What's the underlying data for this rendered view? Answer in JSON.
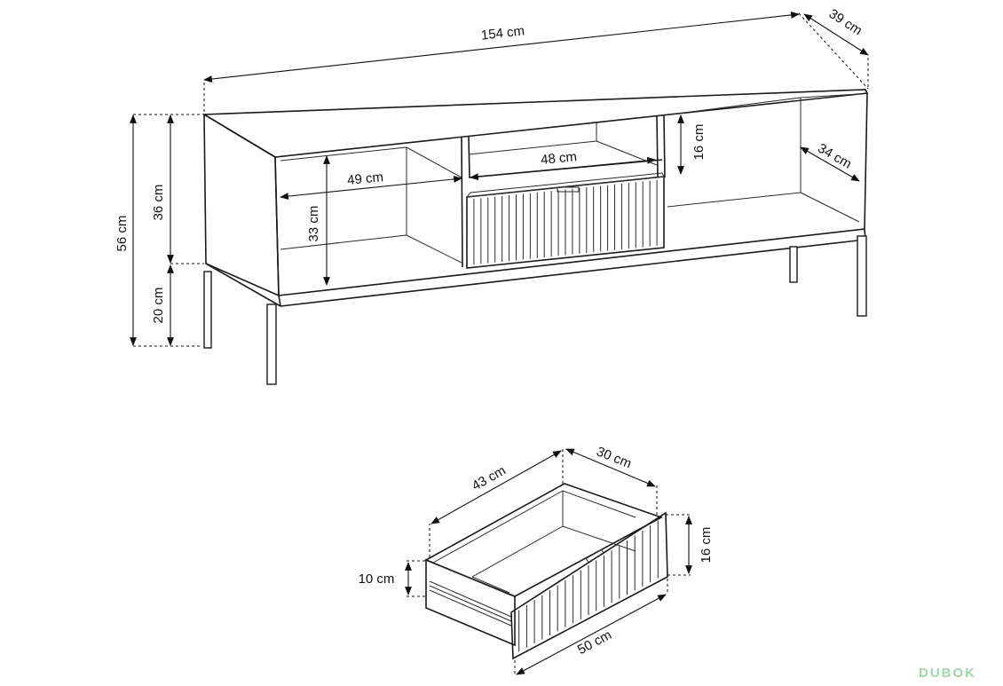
{
  "cabinet": {
    "width_label": "154 cm",
    "depth_label": "39 cm",
    "total_height_label": "56 cm",
    "body_height_label": "36 cm",
    "leg_height_label": "20 cm",
    "inner_depth_label": "34 cm",
    "compartment_width_label": "49 cm",
    "compartment_height_label": "33 cm",
    "niche_width_label": "48 cm",
    "niche_height_label": "16 cm"
  },
  "drawer": {
    "length_label": "43 cm",
    "depth_label": "30 cm",
    "front_width_label": "50 cm",
    "front_height_label": "16 cm",
    "side_height_label": "10 cm"
  },
  "brand": {
    "logo_text": "DUBOK",
    "logo_color": "#9ed9a6"
  }
}
